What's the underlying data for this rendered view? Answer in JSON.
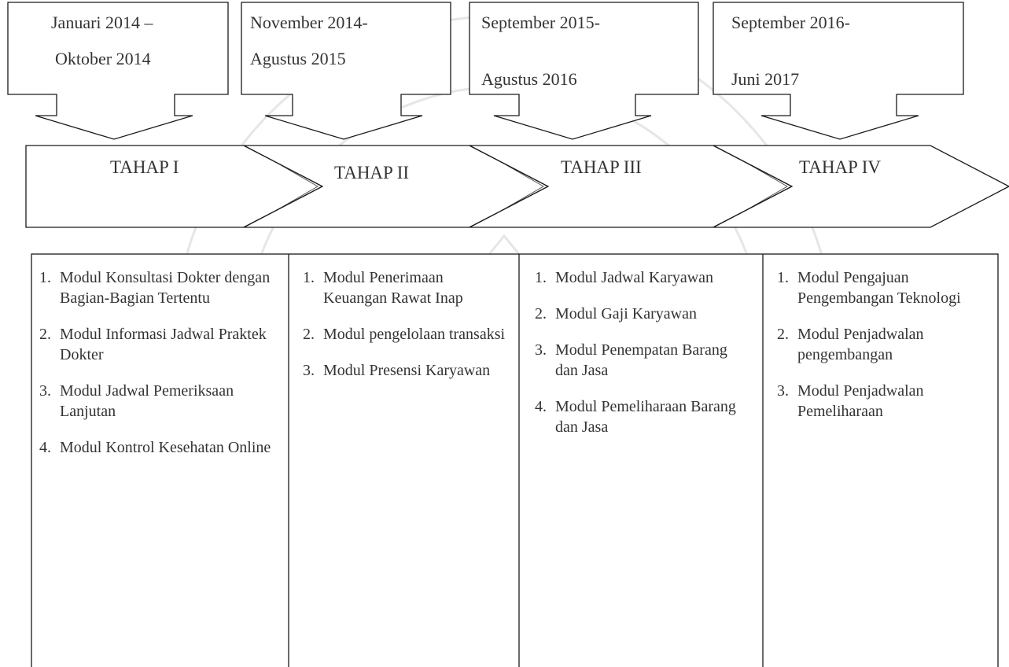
{
  "periods": [
    {
      "line1": "Januari 2014 –",
      "line2": "Oktober 2014"
    },
    {
      "line1": "November 2014-",
      "line2": "Agustus 2015"
    },
    {
      "line1": "September  2015-",
      "line2": "Agustus 2016"
    },
    {
      "line1": "September 2016-",
      "line2": "Juni 2017"
    }
  ],
  "stages": [
    "TAHAP I",
    "TAHAP II",
    "TAHAP III",
    "TAHAP IV"
  ],
  "columns": [
    {
      "items": [
        {
          "num": "1.",
          "text": "Modul Konsultasi Dokter dengan Bagian-Bagian Tertentu"
        },
        {
          "num": "2.",
          "text": "Modul Informasi Jadwal Praktek Dokter"
        },
        {
          "num": "3.",
          "text": "Modul Jadwal Pemeriksaan Lanjutan"
        },
        {
          "num": "4.",
          "text": "Modul Kontrol Kesehatan Online"
        }
      ]
    },
    {
      "items": [
        {
          "num": "1.",
          "text": "Modul Penerimaan Keuangan Rawat Inap"
        },
        {
          "num": "2.",
          "text": "Modul pengelolaan transaksi"
        },
        {
          "num": "3.",
          "text": "Modul Presensi Karyawan"
        }
      ]
    },
    {
      "items": [
        {
          "num": "1.",
          "text": "Modul Jadwal Karyawan"
        },
        {
          "num": "2.",
          "text": "Modul Gaji Karyawan"
        },
        {
          "num": "3.",
          "text": "Modul Penempatan Barang dan  Jasa"
        },
        {
          "num": "4.",
          "text": "Modul Pemeliharaan Barang dan Jasa"
        }
      ]
    },
    {
      "items": [
        {
          "num": "1.",
          "text": "Modul Pengajuan Pengembangan Teknologi"
        },
        {
          "num": "2.",
          "text": "Modul Penjadwalan pengembangan"
        },
        {
          "num": "3.",
          "text": "Modul Penjadwalan Pemeliharaan"
        }
      ]
    }
  ]
}
